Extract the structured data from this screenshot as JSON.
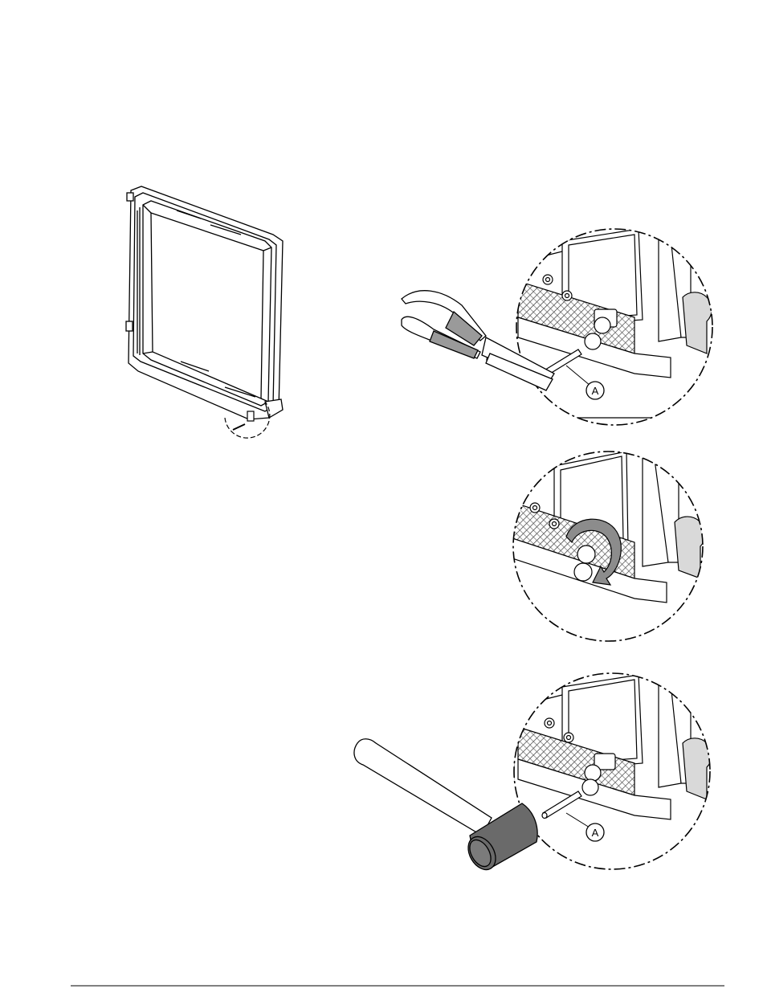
{
  "figure": {
    "callout_letter": "A",
    "panels": [
      {
        "step": "remove-pin",
        "tool": "pliers-icon",
        "callout": "A"
      },
      {
        "step": "rotate-hinge",
        "tool": "rotate-arrow-icon",
        "callout": ""
      },
      {
        "step": "install-pin",
        "tool": "hammer-icon",
        "callout": "A"
      }
    ]
  },
  "colors": {
    "line": "#000000",
    "fill_light": "#ffffff",
    "fill_gray": "#d9d9d9",
    "fill_dark": "#6a6a6a"
  }
}
